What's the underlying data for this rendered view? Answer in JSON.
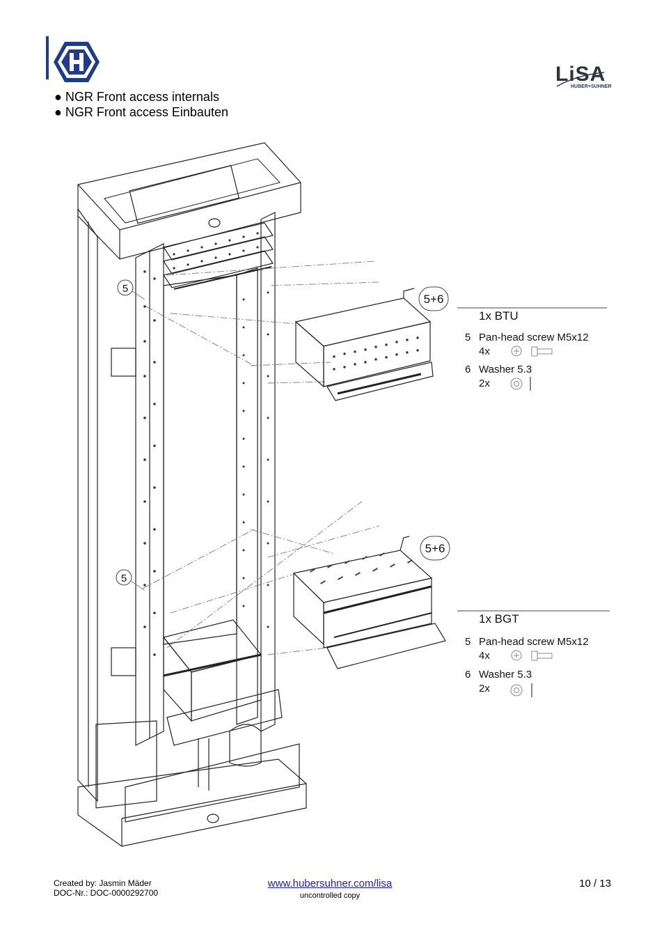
{
  "header": {
    "bullets": [
      "● NGR Front access internals",
      "● NGR Front access Einbauten"
    ],
    "logo_right_text": "LiSA",
    "logo_right_sub": "HUBER+SUHNER"
  },
  "figure": {
    "callouts": [
      "5",
      "5",
      "5+6",
      "5+6"
    ],
    "btu": {
      "title": "1x BTU",
      "items": [
        {
          "num": "5",
          "label": "Pan-head screw M5x12",
          "qty": "4x"
        },
        {
          "num": "6",
          "label": "Washer 5.3",
          "qty": "2x"
        }
      ]
    },
    "bgt": {
      "title": "1x BGT",
      "items": [
        {
          "num": "5",
          "label": "Pan-head screw M5x12",
          "qty": "4x"
        },
        {
          "num": "6",
          "label": "Washer 5.3",
          "qty": "2x"
        }
      ]
    }
  },
  "footer": {
    "created_by": "Created by: Jasmin Mäder",
    "doc_nr": "DOC-Nr.: DOC-0000292700",
    "link": "www.hubersuhner.com/lisa",
    "copy_note": "uncontrolled copy",
    "page": "10 / 13"
  },
  "colors": {
    "logo_blue": "#1f3b8c",
    "link": "#1a1aff",
    "drawing": "#222222"
  }
}
